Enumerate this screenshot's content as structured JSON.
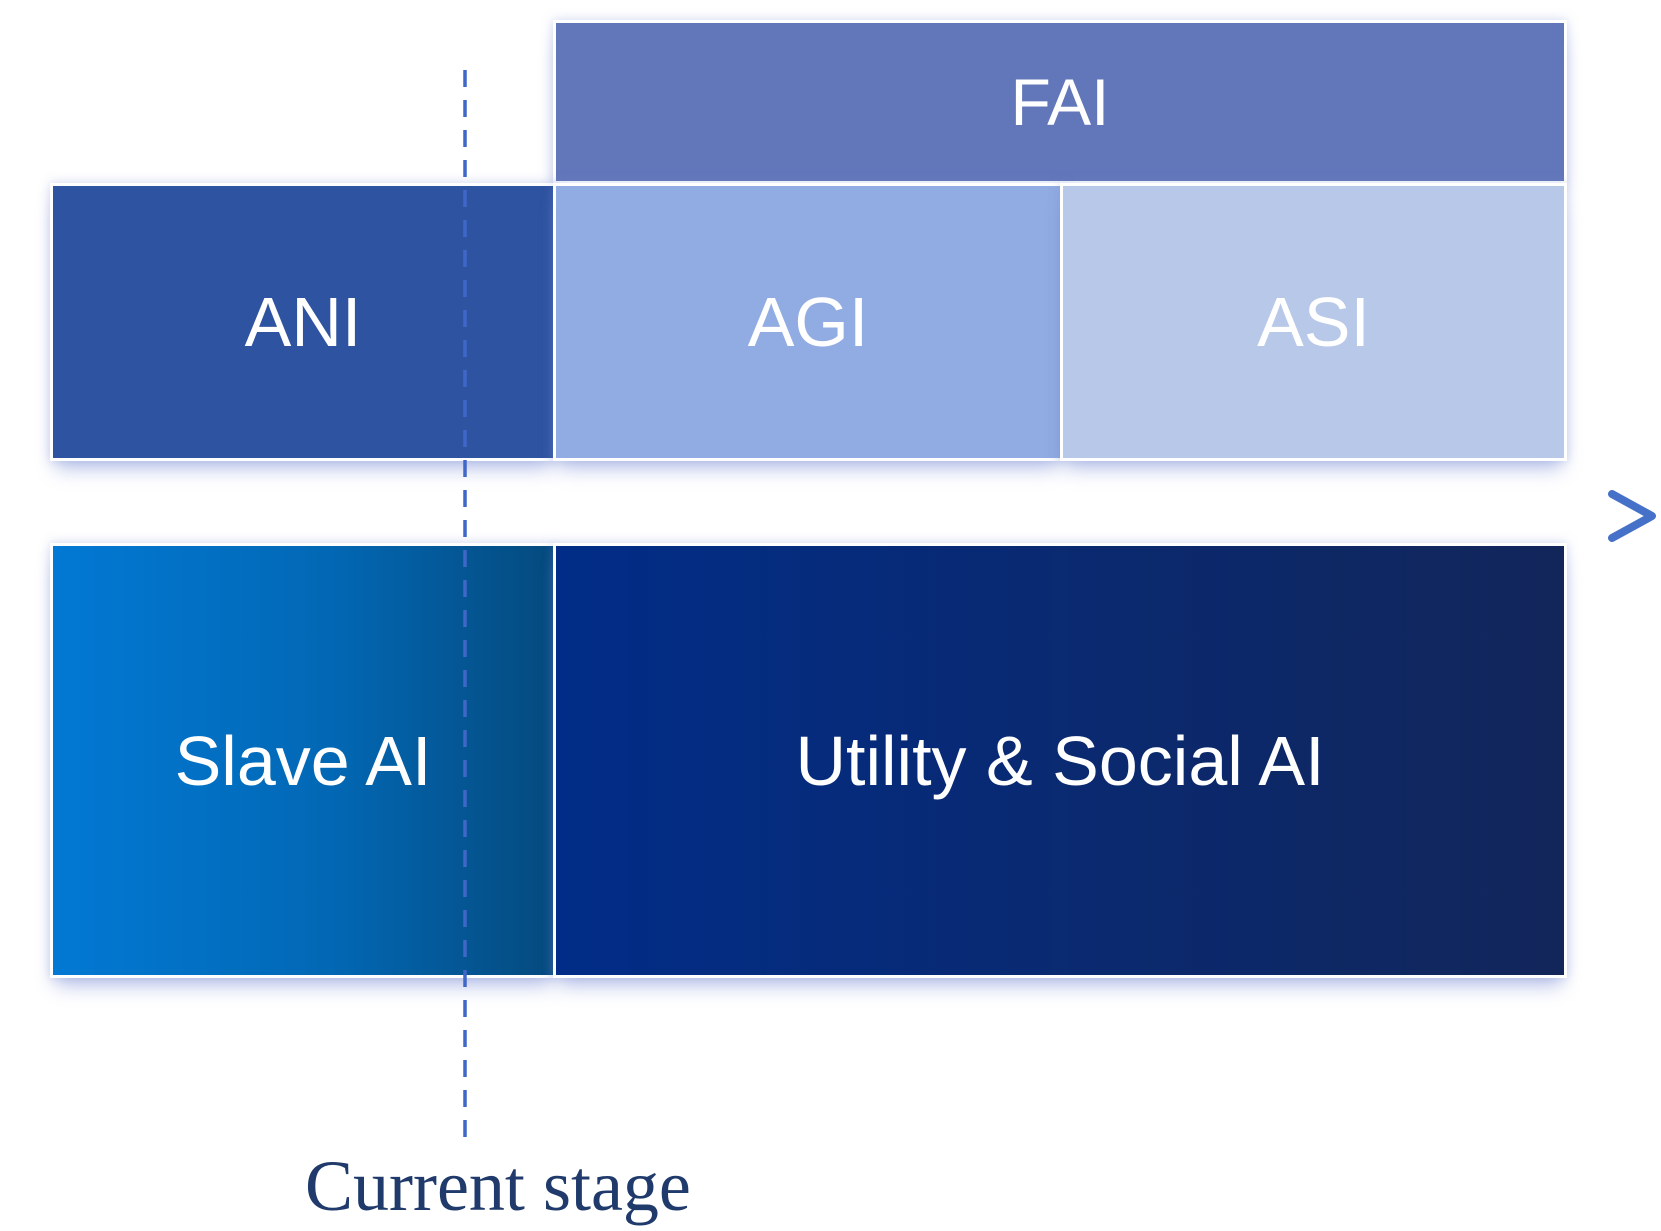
{
  "boxes": {
    "fai": {
      "label": "FAI",
      "color": "#6277ba"
    },
    "ani": {
      "label": "ANI",
      "color": "#2e53a0"
    },
    "agi": {
      "label": "AGI",
      "color": "#91ace2"
    },
    "asi": {
      "label": "ASI",
      "color": "#b7c8e9"
    },
    "slave_ai": {
      "label": "Slave AI",
      "color_start": "#0279d4",
      "color_end": "#054a7e"
    },
    "utility_social_ai": {
      "label": "Utility & Social AI",
      "color_start": "#012d88",
      "color_end": "#12265a"
    }
  },
  "timeline": {
    "color_start": "#3dbf8f",
    "color_end": "#4671c8"
  },
  "current_stage": {
    "label": "Current stage",
    "line_color": "#3f67c8"
  }
}
